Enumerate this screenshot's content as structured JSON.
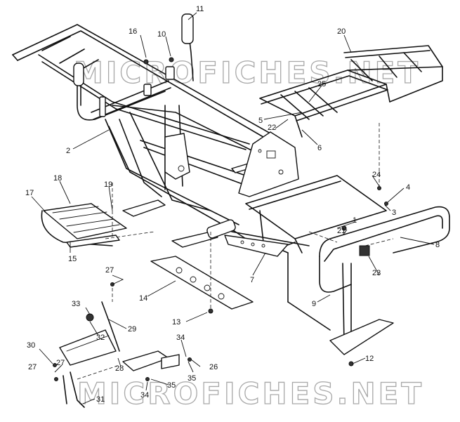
{
  "watermark": {
    "text_top": "MICROFICHES.NET",
    "text_bottom": "MICROFICHES.NET"
  },
  "callouts": [
    "11",
    "16",
    "10",
    "20",
    "25",
    "5",
    "22",
    "6",
    "2",
    "24",
    "4",
    "3",
    "18",
    "19",
    "17",
    "1",
    "21",
    "8",
    "15",
    "27",
    "7",
    "23",
    "14",
    "9",
    "33",
    "29",
    "13",
    "32",
    "34",
    "30",
    "27",
    "28",
    "12",
    "26",
    "35",
    "35",
    "34",
    "31"
  ]
}
